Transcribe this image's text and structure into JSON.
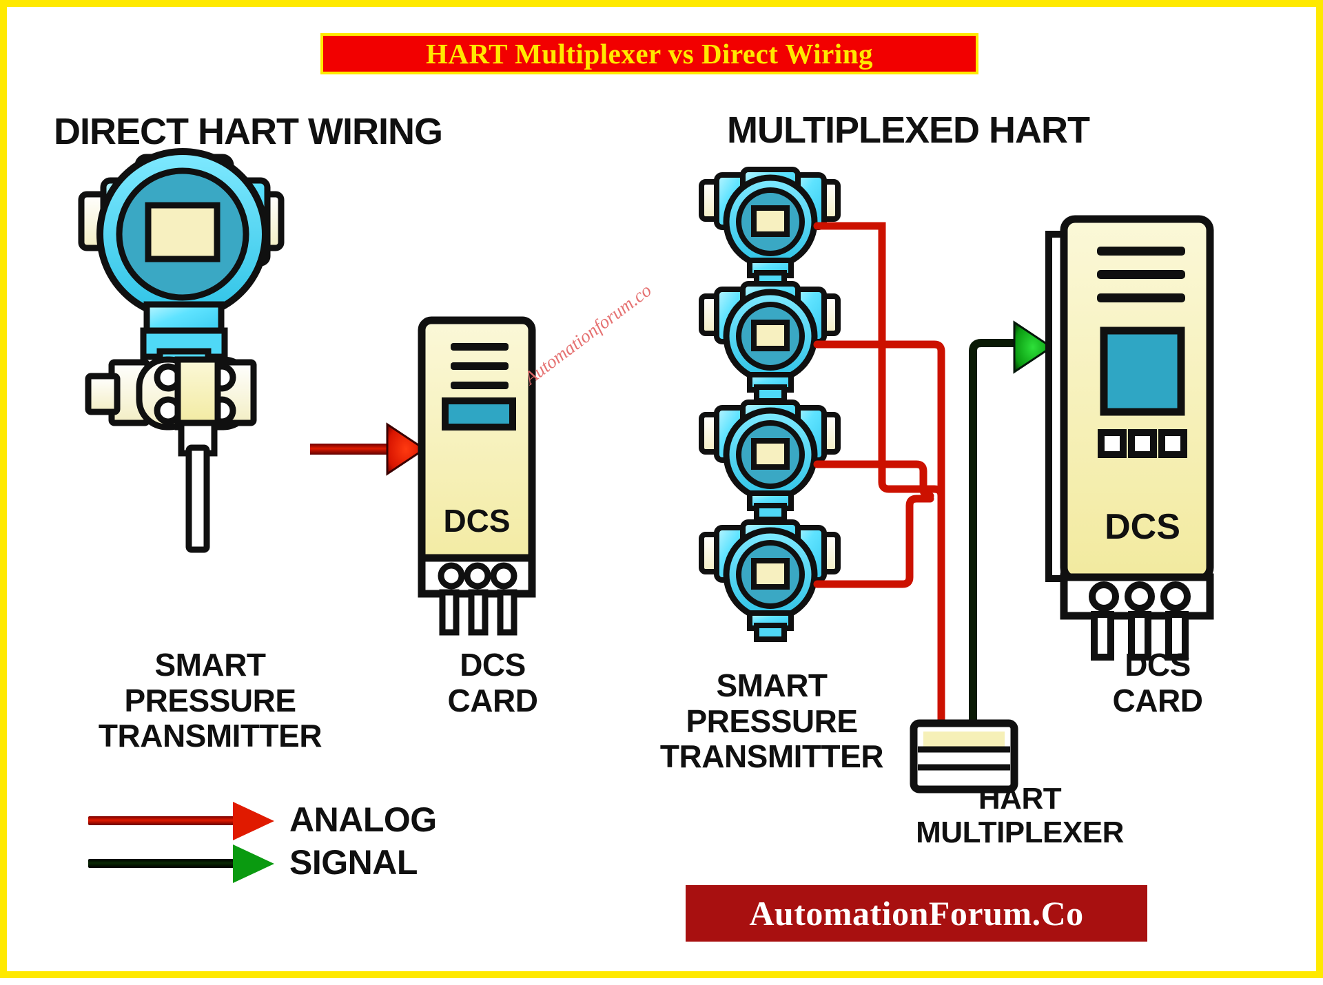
{
  "title": {
    "text": "HART Multiplexer vs Direct Wiring",
    "banner_bg": "#f20000",
    "banner_border": "#ffe900",
    "text_color": "#ffe900"
  },
  "page": {
    "border_color": "#ffe900",
    "background": "#ffffff"
  },
  "headings": {
    "left": "DIRECT HART WIRING",
    "right": "MULTIPLEXED HART"
  },
  "captions": {
    "left_transmitter": "SMART\nPRESSURE\nTRANSMITTER",
    "left_dcs_card": "DCS\nCARD",
    "mux_transmitter": "SMART\nPRESSURE\nTRANSMITTER",
    "mux_dcs_card": "DCS\nCARD",
    "hart_multiplexer": "HART\nMULTIPLEXER"
  },
  "device_labels": {
    "dcs_left": "DCS",
    "dcs_right": "DCS"
  },
  "legend": {
    "items": [
      {
        "label": "ANALOG",
        "line_color": "#e01a00",
        "head_color": "#e01a00",
        "icon": "right-arrow-icon"
      },
      {
        "label": "SIGNAL",
        "line_color": "#000000",
        "head_color": "#0a9a10",
        "icon": "right-arrow-icon"
      }
    ]
  },
  "footer": {
    "logo_text": "AutomationForum.Co",
    "logo_bg": "#a81010",
    "logo_text_color": "#ffffff"
  },
  "watermark": {
    "text": "Automationforum.co",
    "color": "#e46b6b"
  },
  "colors": {
    "transmitter_body": "#5fe3ff",
    "transmitter_body_light": "#aef2ff",
    "transmitter_inner": "#3aa8c4",
    "display_cream": "#f7f0c0",
    "card_cream": "#f6f0b8",
    "card_screen_teal": "#2fa6c4",
    "outline": "#101010",
    "wire_red": "#cc1100",
    "wire_black": "#0a1a05",
    "arrow_green": "#0a9a10"
  },
  "counts": {
    "mux_transmitters": 4,
    "dcs_pins": 3,
    "card_top_slots": 3,
    "card_indicator_squares": 3,
    "mux_bands": 3
  }
}
